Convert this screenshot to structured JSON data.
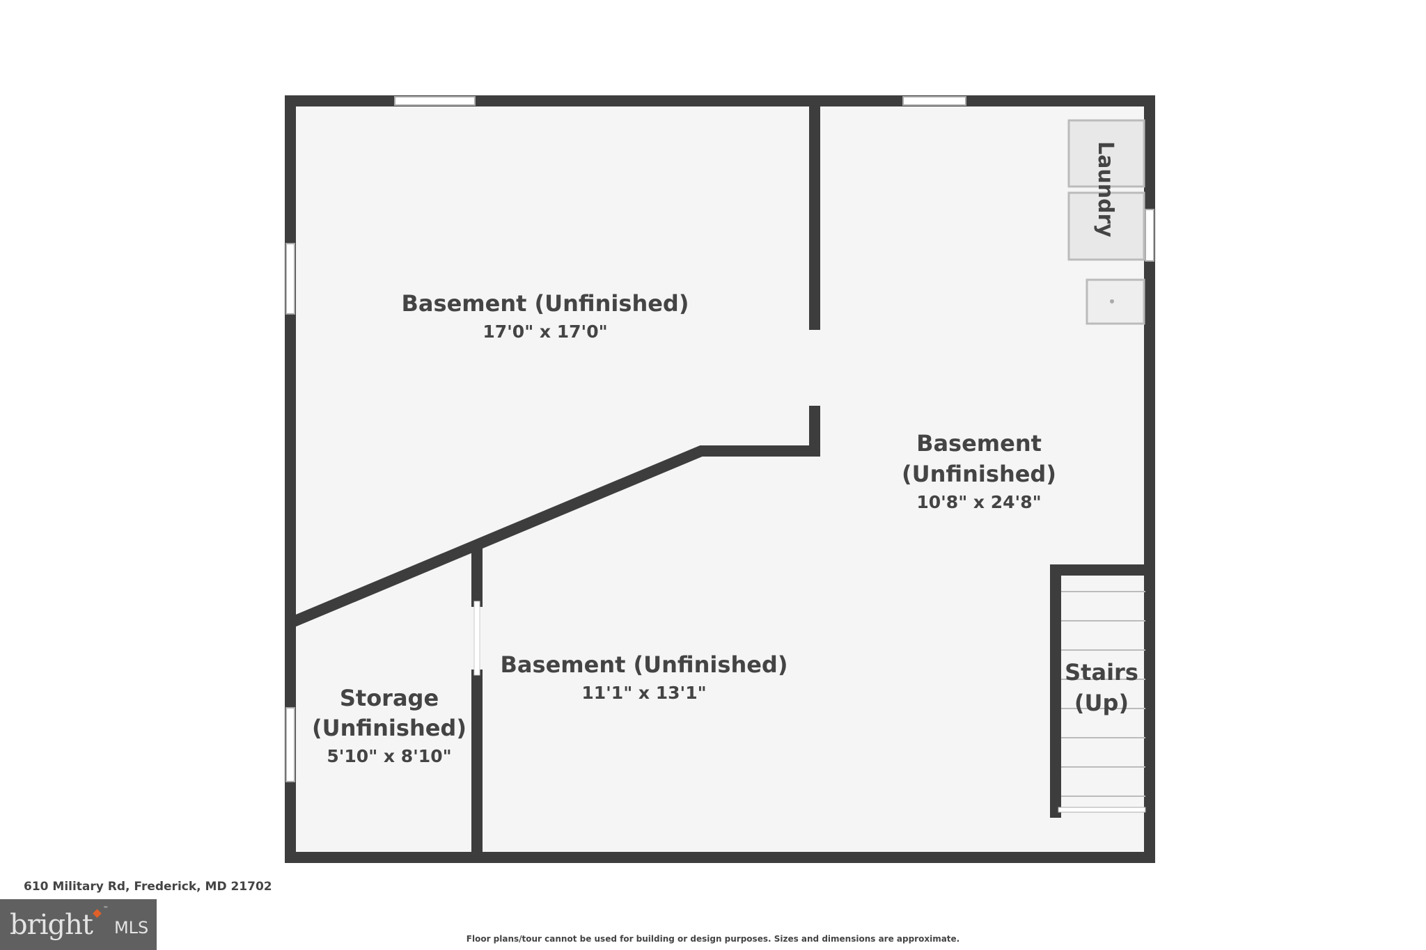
{
  "rooms": [
    {
      "name": "Basement (Unfinished)",
      "dims": "17'0\" x 17'0\""
    },
    {
      "name_line1": "Basement",
      "name_line2": "(Unfinished)",
      "dims": "10'8\" x 24'8\""
    },
    {
      "name": "Basement (Unfinished)",
      "dims": "11'1\" x 13'1\""
    },
    {
      "name_line1": "Storage",
      "name_line2": "(Unfinished)",
      "dims": "5'10\" x 8'10\""
    },
    {
      "name_line1": "Stairs",
      "name_line2": "(Up)"
    }
  ],
  "laundry_label": "Laundry",
  "address": "610 Military Rd, Frederick, MD 21702",
  "logo": {
    "brand": "bright",
    "suffix": "MLS",
    "tm": "™"
  },
  "disclaimer": "Floor plans/tour cannot be used for building or design purposes. Sizes and dimensions are approximate.",
  "colors": {
    "wall": "#3d3d3d",
    "floor": "#f5f5f5",
    "logo_bg": "#606060",
    "logo_accent": "#e0602a"
  }
}
